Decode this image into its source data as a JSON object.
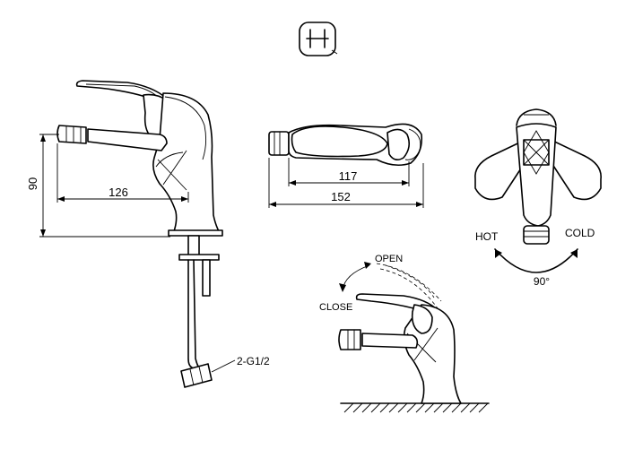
{
  "dimensions": {
    "height": "90",
    "spout_reach": "126",
    "top_inner": "117",
    "top_overall": "152",
    "angle": "90°"
  },
  "labels": {
    "hot": "HOT",
    "cold": "COLD",
    "open": "OPEN",
    "close": "CLOSE",
    "connection": "2-G1/2"
  },
  "symbols": {
    "top_icon": "cold-hot-symbol-icon"
  }
}
